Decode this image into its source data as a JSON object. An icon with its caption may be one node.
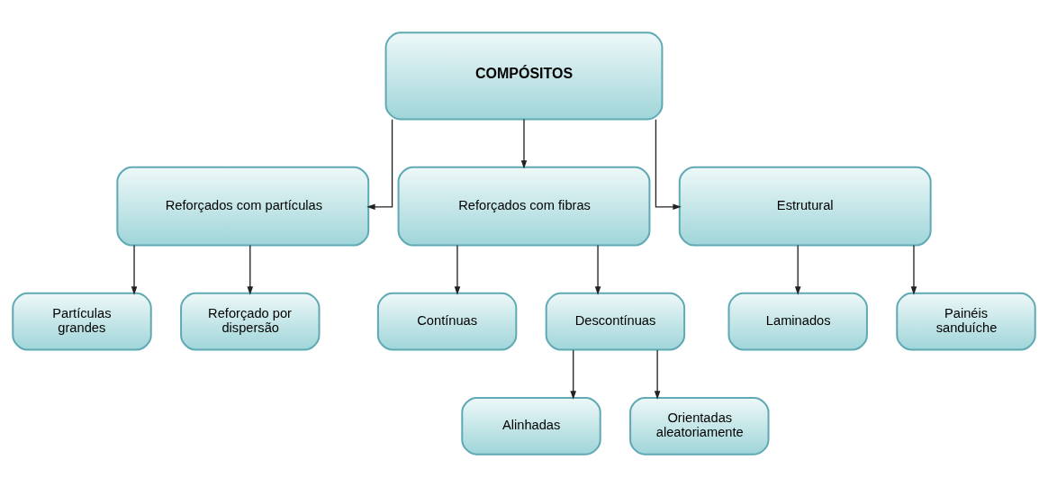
{
  "diagram": {
    "nodes": [
      {
        "text": [
          "COMPÓSITOS"
        ]
      },
      {
        "text": [
          "Reforçados com partículas"
        ]
      },
      {
        "text": [
          "Reforçados com fibras"
        ]
      },
      {
        "text": [
          "Estrutural"
        ]
      },
      {
        "text": [
          "Partículas grandes"
        ]
      },
      {
        "text": [
          "Reforçado por dispersão"
        ]
      },
      {
        "text": [
          "Contínuas"
        ]
      },
      {
        "text": [
          "Descontínuas"
        ]
      },
      {
        "text": [
          "Laminados"
        ]
      },
      {
        "text": [
          "Painéis sanduíche"
        ]
      },
      {
        "text": [
          "Alinhadas"
        ]
      },
      {
        "text": [
          "Orientadas aleatoriamente"
        ]
      }
    ],
    "edges": [
      {
        "from": 0,
        "to": 1,
        "arrow": "to"
      },
      {
        "from": 0,
        "to": 2,
        "arrow": "to"
      },
      {
        "from": 0,
        "to": 3,
        "arrow": "to"
      },
      {
        "from": 1,
        "to": 4,
        "arrow": "to"
      },
      {
        "from": 1,
        "to": 5,
        "arrow": "to"
      },
      {
        "from": 2,
        "to": 6,
        "arrow": "to"
      },
      {
        "from": 2,
        "to": 7,
        "arrow": "to"
      },
      {
        "from": 3,
        "to": 8,
        "arrow": "to"
      },
      {
        "from": 3,
        "to": 9,
        "arrow": "to"
      },
      {
        "from": 7,
        "to": 10,
        "arrow": "to"
      },
      {
        "from": 7,
        "to": 11,
        "arrow": "to"
      }
    ]
  }
}
